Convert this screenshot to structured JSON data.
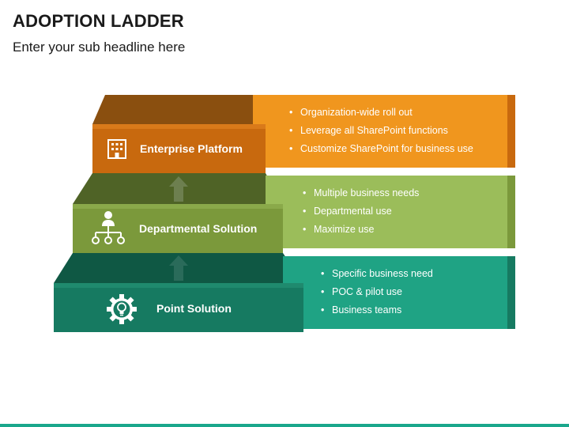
{
  "header": {
    "title": "ADOPTION LADDER",
    "subtitle": "Enter your sub headline here"
  },
  "colors": {
    "orange_dark": "#8a4f0f",
    "orange_step": "#c8690e",
    "orange_band": "#f0961e",
    "green_dark": "#4f6326",
    "green_step": "#7b993b",
    "green_band": "#9bbd5a",
    "teal_dark": "#0f5844",
    "teal_step": "#167a61",
    "teal_band": "#1fa384",
    "bottom_bar": "#1aa78c"
  },
  "levels": [
    {
      "label": "Enterprise Platform",
      "icon": "building-icon",
      "bullets": [
        "Organization-wide roll out",
        "Leverage all SharePoint functions",
        "Customize SharePoint for business use"
      ]
    },
    {
      "label": "Departmental Solution",
      "icon": "org-chart-icon",
      "bullets": [
        "Multiple business needs",
        "Departmental use",
        "Maximize use"
      ]
    },
    {
      "label": "Point Solution",
      "icon": "gear-lightbulb-icon",
      "bullets": [
        "Specific business need",
        "POC & pilot use",
        "Business teams"
      ]
    }
  ]
}
